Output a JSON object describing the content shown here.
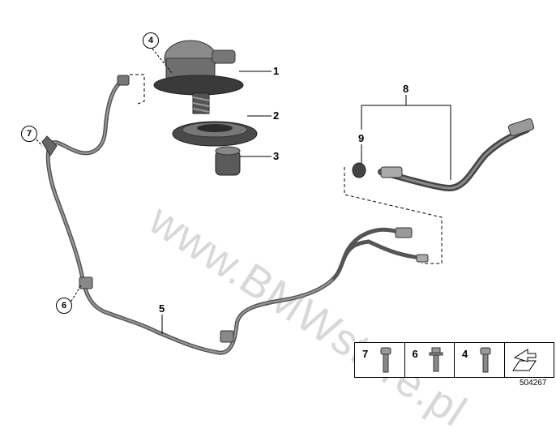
{
  "watermark": "www.BMWstore.pl",
  "callouts": {
    "part_1": "1",
    "part_2": "2",
    "part_3": "3",
    "part_4": "4",
    "part_5": "5",
    "part_6": "6",
    "part_7": "7",
    "part_8": "8",
    "part_9": "9"
  },
  "parts_legend": [
    {
      "label": "7",
      "icon": "bolt-icon"
    },
    {
      "label": "6",
      "icon": "flange-bolt-icon"
    },
    {
      "label": "4",
      "icon": "bolt-icon"
    },
    {
      "label": "",
      "icon": "arrow-icon"
    }
  ],
  "reference_number": "504267"
}
